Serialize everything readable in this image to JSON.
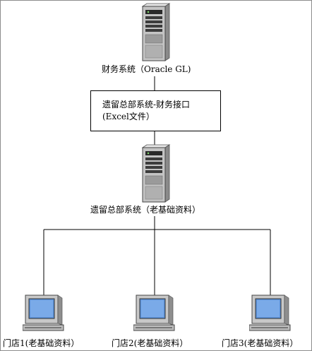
{
  "nodes": {
    "finance_server_label": "财务系统（Oracle GL)",
    "interface_box": {
      "line1": "遗留总部系统-财务接口",
      "line2": "(Excel文件）"
    },
    "hq_server_label": "遗留总部系统（老基础资料）",
    "stores": [
      {
        "label": "门店1(老基础资料）"
      },
      {
        "label": "门店2(老基础资料）"
      },
      {
        "label": "门店3(老基础资料）"
      }
    ]
  },
  "icons": {
    "server": "server-tower-icon",
    "workstation": "desktop-computer-icon"
  },
  "colors": {
    "line": "#000000",
    "server_body": "#b8b8b8",
    "screen": "#5a8fd6",
    "frame_border": "#8c8c8c"
  }
}
